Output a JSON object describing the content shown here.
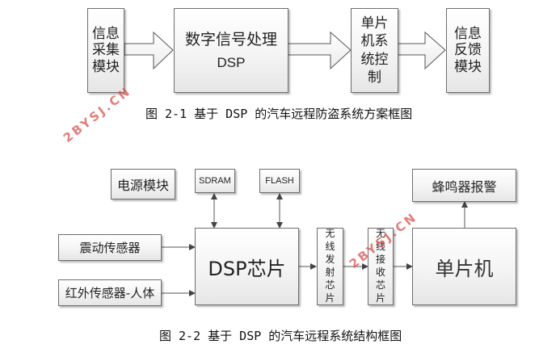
{
  "figure1": {
    "boxes": [
      {
        "id": "info-collect",
        "lines": [
          "信息",
          "采集",
          "模块"
        ]
      },
      {
        "id": "dsp-process",
        "lines": [
          "数字信号处理",
          "DSP"
        ]
      },
      {
        "id": "mcu-control",
        "lines": [
          "单片",
          "机系",
          "统控",
          "制"
        ]
      },
      {
        "id": "info-feedback",
        "lines": [
          "信息",
          "反馈",
          "模块"
        ]
      }
    ],
    "caption": "图 2-1 基于 DSP 的汽车远程防盗系统方案框图"
  },
  "figure2": {
    "boxes": {
      "power": "电源模块",
      "sdram": "SDRAM",
      "flash": "FLASH",
      "vibration_sensor": "震动传感器",
      "infrared_sensor": "红外传感器-人体",
      "dsp_chip": "DSP芯片",
      "wireless_tx": [
        "无",
        "线",
        "发",
        "射",
        "芯",
        "片"
      ],
      "wireless_rx": [
        "无",
        "线",
        "接",
        "收",
        "芯",
        "片"
      ],
      "mcu": "单片机",
      "buzzer": "蜂鸣器报警"
    },
    "caption": "图 2-2 基于 DSP 的汽车远程系统结构框图"
  },
  "watermark": {
    "text": "2BYSJ.CN",
    "color": "#d9534f"
  },
  "colors": {
    "border": "#6e6e6e",
    "arrow": "#555555",
    "fill_top": "#ffffff",
    "fill_bottom": "#e6e6e6"
  }
}
